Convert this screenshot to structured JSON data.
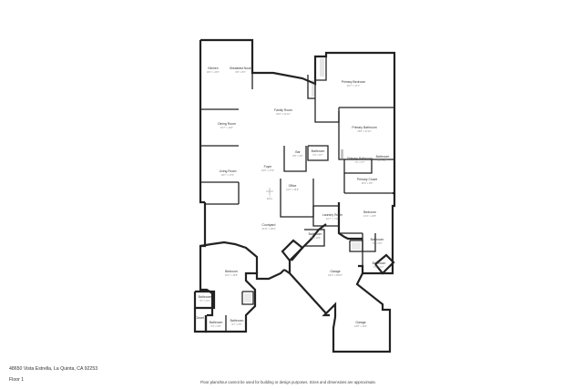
{
  "address": "48650 Vista Estrella, La Quinta, CA 92253",
  "floor_label": "Floor 1",
  "disclaimer": "Floor plans/tour cannot be used for building or design purposes. Sizes and dimensions are approximate.",
  "entry_label": "Entry",
  "rooms": [
    {
      "id": "kitchen",
      "name": "Kitchen",
      "dims": "18'1\" x 15'2\""
    },
    {
      "id": "breakfast-nook",
      "name": "Breakfast Nook",
      "dims": "9'8\" x 8'4\""
    },
    {
      "id": "family-room",
      "name": "Family Room",
      "dims": "20'6\" x 21'10\""
    },
    {
      "id": "primary-bedroom",
      "name": "Primary Bedroom",
      "dims": "20'7\" x 17'1\""
    },
    {
      "id": "dining-room",
      "name": "Dining Room",
      "dims": "15'7\" x 11'5\""
    },
    {
      "id": "primary-bathroom-1",
      "name": "Primary Bathroom",
      "dims": "15'8\" x 11'10\""
    },
    {
      "id": "bar",
      "name": "Bar",
      "dims": "8'8\" x 6'8\""
    },
    {
      "id": "bathroom-1",
      "name": "Bathroom",
      "dims": "6'3\" x 8'7\""
    },
    {
      "id": "primary-bathroom-2",
      "name": "Primary Bathroom",
      "dims": "7'6\" x 5'7\""
    },
    {
      "id": "bathroom-2",
      "name": "Bathroom",
      "dims": "5'8\" x 4'7\""
    },
    {
      "id": "living-room",
      "name": "Living Room",
      "dims": "18'7\" x 17'0\""
    },
    {
      "id": "foyer",
      "name": "Foyer",
      "dims": "16'0\" x 17'9\""
    },
    {
      "id": "primary-closet",
      "name": "Primary Closet",
      "dims": "16'4\" x 8'0\""
    },
    {
      "id": "office",
      "name": "Office",
      "dims": "12'2\" x 16'9\""
    },
    {
      "id": "bedroom-1",
      "name": "Bedroom",
      "dims": "13'4\" x 13'8\""
    },
    {
      "id": "laundry-room",
      "name": "Laundry Room",
      "dims": "10'7\" x 7'11\""
    },
    {
      "id": "courtyard",
      "name": "Courtyard",
      "dims": "31'11\" x 28'4\""
    },
    {
      "id": "bathroom-3",
      "name": "Bathroom",
      "dims": "7'6\" x 10'1\""
    },
    {
      "id": "bathroom-4",
      "name": "Bathroom",
      "dims": "7'8\" x 5'6\""
    },
    {
      "id": "bathroom-5",
      "name": "Bathroom",
      "dims": "5'4\" x 6'7\""
    },
    {
      "id": "bedroom-2",
      "name": "Bedroom",
      "dims": "16'1\" x 15'6\""
    },
    {
      "id": "garage-1",
      "name": "Garage",
      "dims": "19'4\" x 25'10\""
    },
    {
      "id": "bathroom-6",
      "name": "Bathroom",
      "dims": "5'7\" x 6'4\""
    },
    {
      "id": "closet",
      "name": "Closet",
      "dims": ""
    },
    {
      "id": "bathroom-7",
      "name": "Bathroom",
      "dims": "5'4\" x 6'8\""
    },
    {
      "id": "bathroom-8",
      "name": "Bathroom",
      "dims": "5'7\" x 6'5\""
    },
    {
      "id": "garage-2",
      "name": "Garage",
      "dims": "13'8\" x 19'4\""
    }
  ]
}
